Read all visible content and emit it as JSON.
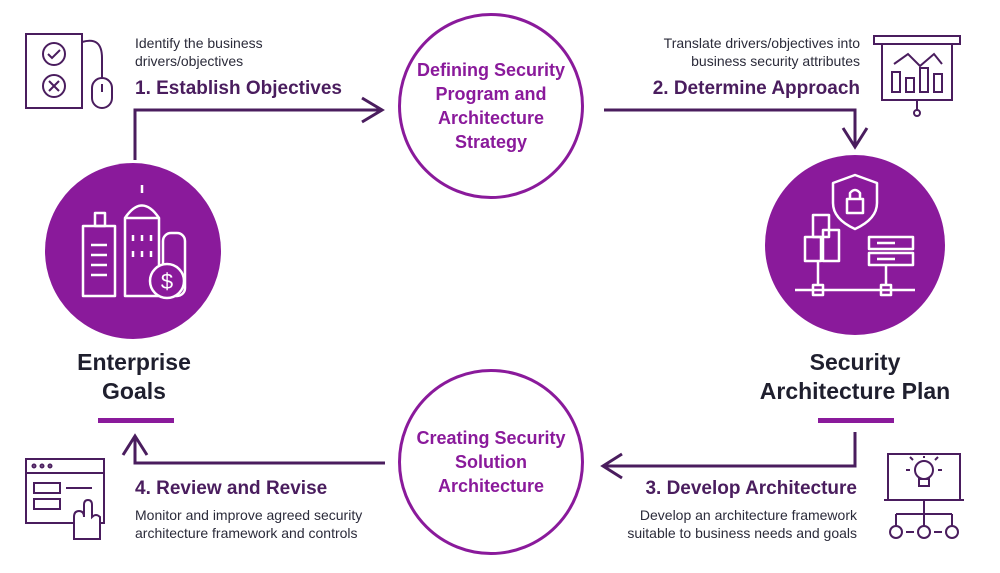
{
  "colors": {
    "accent": "#8a1a9b",
    "arrow": "#4a1d5e",
    "text": "#2b2b3a"
  },
  "top_circle": {
    "label": "Defining Security Program and Architecture Strategy"
  },
  "bottom_circle": {
    "label": "Creating Security Solution Architecture"
  },
  "left_node": {
    "label": "Enterprise Goals",
    "icon": "city-buildings-dollar-icon"
  },
  "right_node": {
    "label": "Security Architecture Plan",
    "icon": "shield-lock-servers-icon"
  },
  "steps": [
    {
      "title": "1. Establish Objectives",
      "description": "Identify the business drivers/objectives",
      "icon": "checklist-mouse-icon"
    },
    {
      "title": "2. Determine Approach",
      "description": "Translate drivers/objectives into business security attributes",
      "icon": "presentation-chart-icon"
    },
    {
      "title": "3. Develop Architecture",
      "description": "Develop an architecture framework suitable to business needs and goals",
      "icon": "lightbulb-network-icon"
    },
    {
      "title": "4. Review and Revise",
      "description": "Monitor and improve agreed security architecture framework and controls",
      "icon": "browser-click-icon"
    }
  ]
}
